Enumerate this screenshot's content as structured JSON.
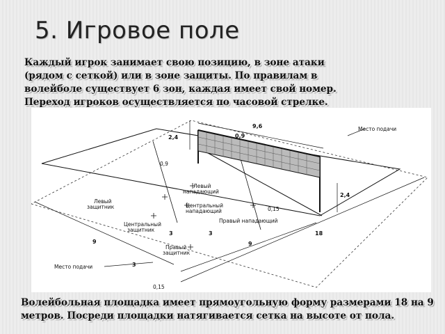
{
  "slide": {
    "title": "5. Игровое поле",
    "intro_text": "Каждый игрок занимает свою позицию, в зоне атаки (рядом с сеткой) или в зоне защиты. По правилам в волейболе существует 6 зон, каждая имеет свой номер. Переход игроков осуществляется по часовой стрелке.",
    "footer_text": "Волейбольная площадка имеет прямоугольную форму размерами 18 на 9 метров. Посреди площадки натягивается сетка на высоте от пола."
  },
  "diagram": {
    "labels": {
      "net_width": "9,6",
      "net_height_left": "2,4",
      "net_depth": "0,9",
      "antenna_left": "0,9",
      "net_height_right": "2,4",
      "serve_area_top": "Место подачи",
      "left_attacker": "Левый нападающий",
      "left_defender": "Левый защитник",
      "center_attacker": "Центральный нападающий",
      "center_defender": "Центральный защитник",
      "right_attacker": "Правый нападающий",
      "right_defender": "Правый защитник",
      "zone_3_left": "3",
      "zone_3_right": "3",
      "width_9_left": "9",
      "length_9_bottom": "9",
      "line_015_right": "0,15",
      "length_18": "18",
      "serve_area_bottom": "Место подачи",
      "serve_depth": "3",
      "line_015_bottom": "0,15"
    }
  }
}
